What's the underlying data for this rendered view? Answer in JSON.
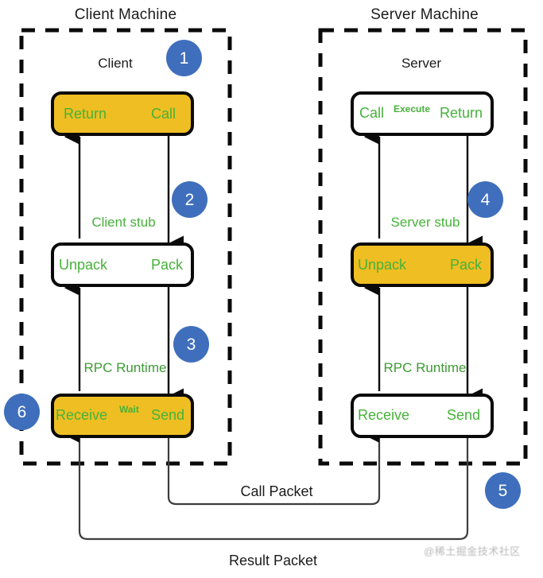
{
  "diagram": {
    "title_client": "Client Machine",
    "title_server": "Server Machine",
    "machines": [
      {
        "name": "client-machine",
        "label": "Client Machine"
      },
      {
        "name": "server-machine",
        "label": "Server Machine"
      }
    ],
    "layer_labels": {
      "client_app": "Client",
      "server_app": "Server",
      "client_stub": "Client stub",
      "server_stub": "Server stub",
      "client_runtime": "RPC Runtime",
      "server_runtime": "RPC Runtime"
    },
    "boxes": [
      {
        "name": "client-app-box",
        "fill": "#efbe22",
        "left_label": "Return",
        "right_label": "Call",
        "mid_label": ""
      },
      {
        "name": "server-app-box",
        "fill": "#ffffff",
        "left_label": "Call",
        "right_label": "Return",
        "mid_label": "Execute"
      },
      {
        "name": "client-stub-box",
        "fill": "#ffffff",
        "left_label": "Unpack",
        "right_label": "Pack",
        "mid_label": ""
      },
      {
        "name": "server-stub-box",
        "fill": "#efbe22",
        "left_label": "Unpack",
        "right_label": "Pack",
        "mid_label": ""
      },
      {
        "name": "client-runtime-box",
        "fill": "#efbe22",
        "left_label": "Receive",
        "right_label": "Send",
        "mid_label": "Wait"
      },
      {
        "name": "server-runtime-box",
        "fill": "#ffffff",
        "left_label": "Receive",
        "right_label": "Send",
        "mid_label": ""
      }
    ],
    "badges": [
      {
        "name": "step-badge-1",
        "number": "1"
      },
      {
        "name": "step-badge-2",
        "number": "2"
      },
      {
        "name": "step-badge-3",
        "number": "3"
      },
      {
        "name": "step-badge-4",
        "number": "4"
      },
      {
        "name": "step-badge-5",
        "number": "5"
      },
      {
        "name": "step-badge-6",
        "number": "6"
      }
    ],
    "packets": {
      "call_packet": "Call Packet",
      "result_packet": "Result Packet"
    },
    "watermark": "@稀土掘金技术社区",
    "colors": {
      "badge_blue": "#3f6fbc",
      "box_amber": "#efbe22",
      "label_green": "#46b23a",
      "line_black": "#0a0a0a",
      "text_dark": "#1b1b1b"
    }
  }
}
